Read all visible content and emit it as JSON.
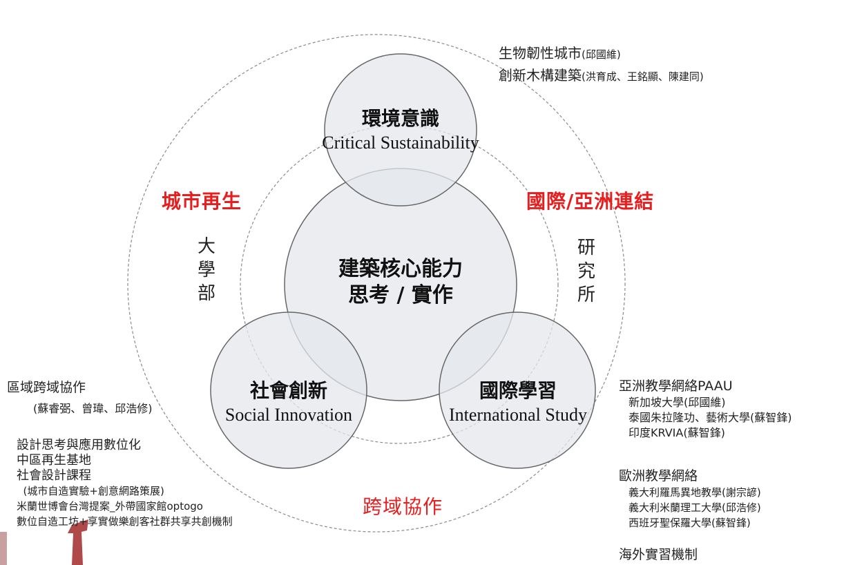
{
  "diagram": {
    "center": {
      "line1": "建築核心能力",
      "line2": "思考 / 實作"
    },
    "top_circle": {
      "title": "環境意識",
      "subtitle": "Critical Sustainability"
    },
    "left_circle": {
      "title": "社會創新",
      "subtitle": "Social Innovation"
    },
    "right_circle": {
      "title": "國際學習",
      "subtitle": "International Study"
    },
    "red_labels": {
      "left": "城市再生",
      "right": "國際/亞洲連結",
      "bottom": "跨域協作"
    },
    "vertical_labels": {
      "left": [
        "大",
        "學",
        "部"
      ],
      "right": [
        "研",
        "究",
        "所"
      ]
    },
    "notes": {
      "top_right": {
        "line1_main": "生物韌性城市",
        "line1_small": "(邱國維)",
        "line2_main": "創新木構建築",
        "line2_small": "(洪育成、王銘顯、陳建同)"
      },
      "left_region": {
        "title": "區域跨域協作",
        "people": "(蘇睿弼、曾瑋、邱浩修)"
      },
      "left_list": [
        "設計思考與應用數位化",
        "中區再生基地",
        "社會設計課程",
        "  (城市自造實驗+創意網路策展)",
        "米蘭世博會台灣提案_外帶國家館optogo",
        "數位自造工坊+享實做樂創客社群共享共創機制"
      ],
      "asia": {
        "title": "亞洲教學網絡PAAU",
        "items": [
          "新加坡大學(邱國維)",
          "泰國朱拉隆功、藝術大學(蘇智鋒)",
          "印度KRVIA(蘇智鋒)"
        ]
      },
      "europe": {
        "title": "歐洲教學網絡",
        "items": [
          "義大利羅馬異地教學(謝宗諺)",
          "義大利米蘭理工大學(邱浩修)",
          "西班牙聖保羅大學(蘇智鋒)"
        ]
      },
      "overseas": "海外實習機制"
    }
  }
}
